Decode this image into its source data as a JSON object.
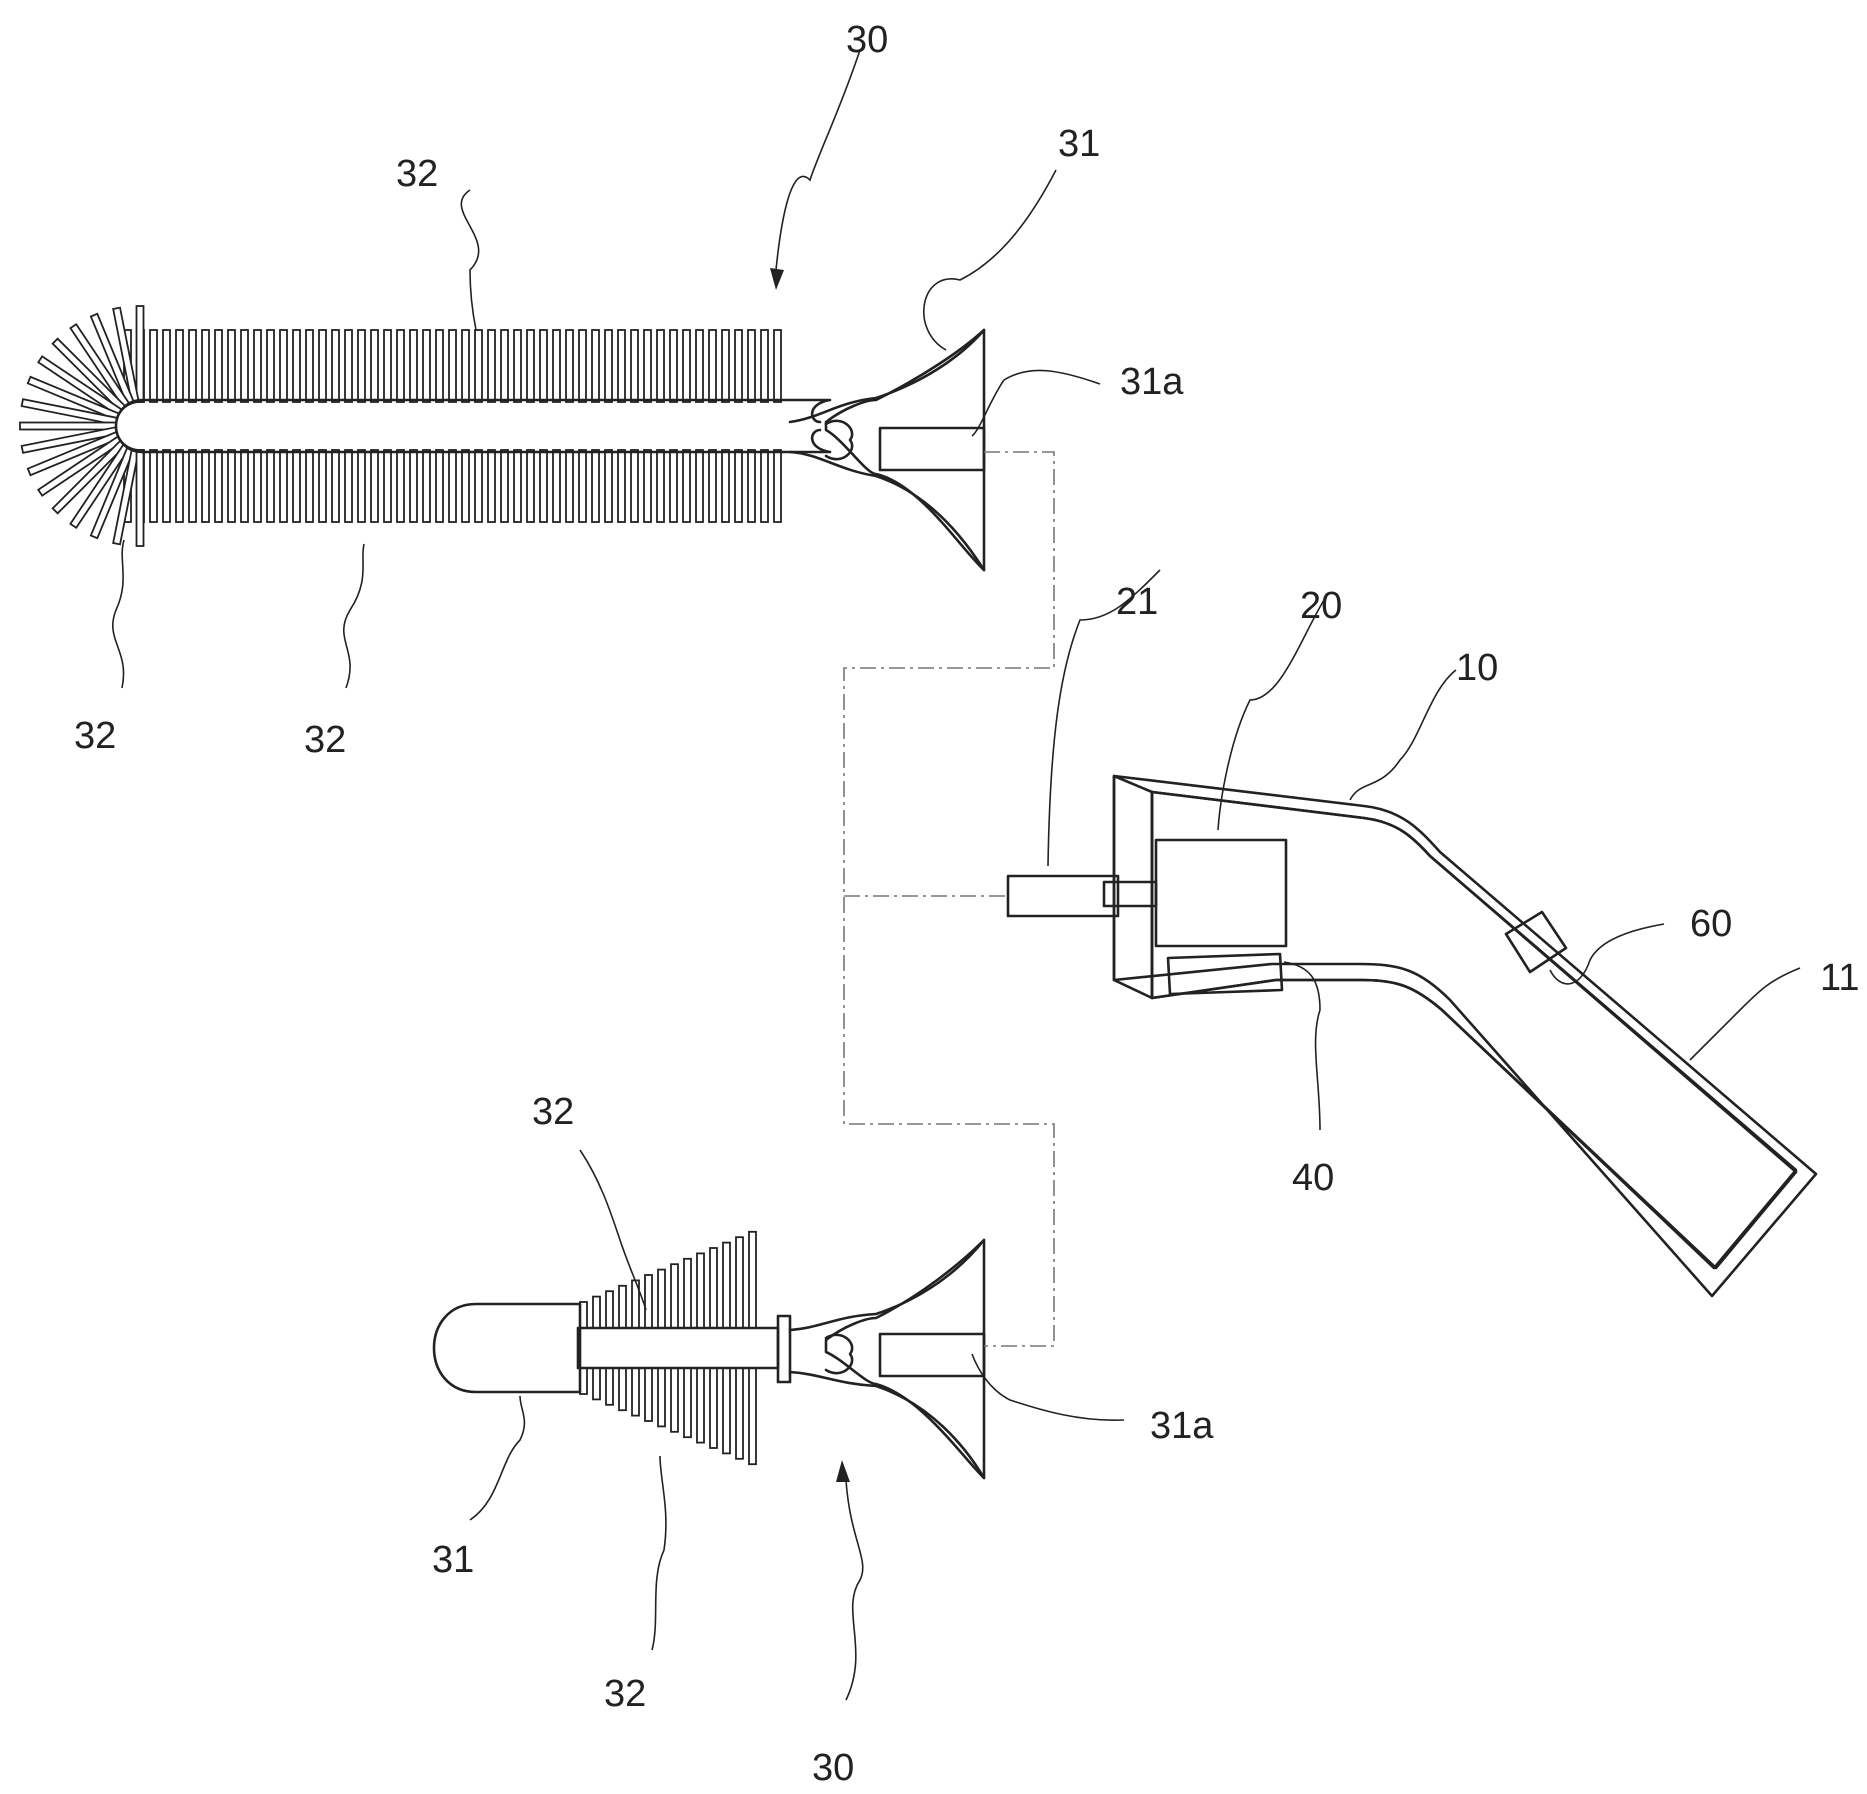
{
  "figure": {
    "labels": {
      "brush_long_ref": "30",
      "brush_long_bristles_top": "32",
      "brush_long_handle": "31",
      "brush_long_socket": "31a",
      "brush_long_bristles_tip": "32",
      "brush_long_bristles_bottom": "32",
      "shaft": "21",
      "motor": "20",
      "housing": "10",
      "switch": "60",
      "grip": "11",
      "battery": "40",
      "brush_short_bristles_top": "32",
      "brush_short_socket": "31a",
      "brush_short_head": "31",
      "brush_short_bristles_bottom": "32",
      "brush_short_ref": "30"
    }
  },
  "colors": {
    "line": "#222222",
    "hatch": "#222222",
    "guide": "#777777",
    "background": "#ffffff"
  }
}
